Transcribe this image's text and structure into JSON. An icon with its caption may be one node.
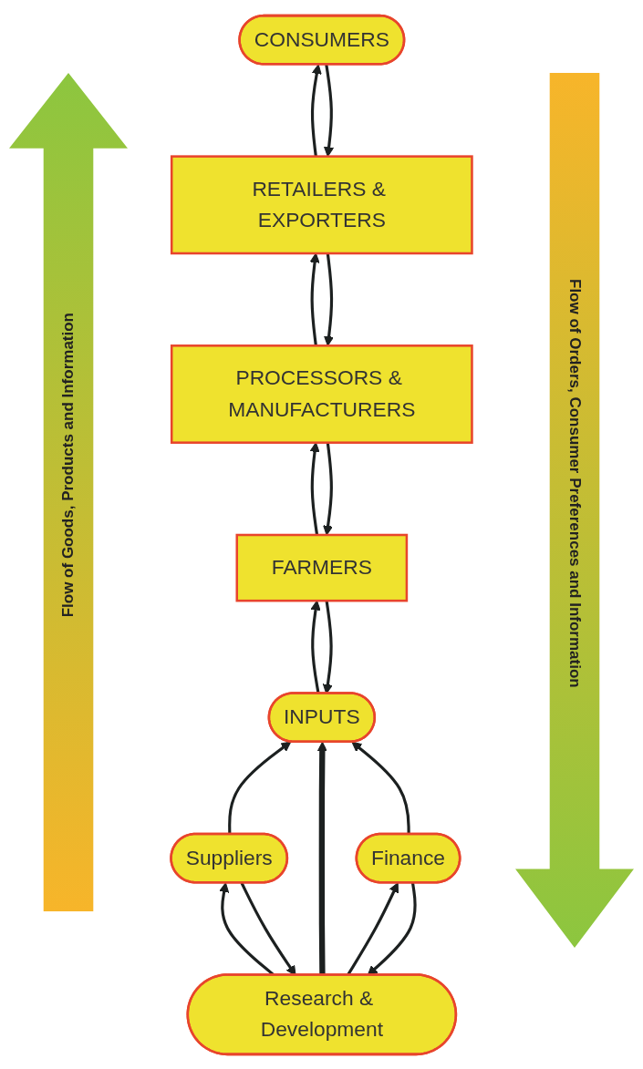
{
  "diagram": {
    "nodes": [
      {
        "text": [
          "CONSUMERS"
        ]
      },
      {
        "text": [
          "RETAILERS & EXPORTERS"
        ]
      },
      {
        "text": [
          "PROCESSORS & MANUFACTURERS"
        ]
      },
      {
        "text": [
          "FARMERS"
        ]
      },
      {
        "text": [
          "INPUTS"
        ]
      },
      {
        "text": [
          "Suppliers"
        ]
      },
      {
        "text": [
          "Research & Development"
        ]
      },
      {
        "text": [
          "Finance"
        ]
      }
    ],
    "edges": [
      {
        "from": 5,
        "to": 4,
        "arrow": "to"
      },
      {
        "from": 6,
        "to": 4,
        "arrow": "to",
        "style": "thick"
      },
      {
        "from": 7,
        "to": 4,
        "arrow": "to"
      },
      {
        "from": 4,
        "to": 3,
        "arrow": "to"
      },
      {
        "from": 3,
        "to": 2,
        "arrow": "to"
      },
      {
        "from": 2,
        "to": 1,
        "arrow": "to"
      },
      {
        "from": 1,
        "to": 0,
        "arrow": "to"
      },
      {
        "from": 0,
        "to": 1,
        "arrow": "to"
      },
      {
        "from": 1,
        "to": 2,
        "arrow": "to"
      },
      {
        "from": 2,
        "to": 3,
        "arrow": "to"
      },
      {
        "from": 3,
        "to": 4,
        "arrow": "to"
      },
      {
        "from": 5,
        "to": 6,
        "arrow": "to"
      },
      {
        "from": 6,
        "to": 5,
        "arrow": "to"
      },
      {
        "from": 6,
        "to": 7,
        "arrow": "to"
      },
      {
        "from": 7,
        "to": 6,
        "arrow": "to"
      }
    ],
    "labels": [
      "Flow of Goods, Products and Information",
      "Flow of Orders, Consumer Preferences and Information"
    ]
  }
}
